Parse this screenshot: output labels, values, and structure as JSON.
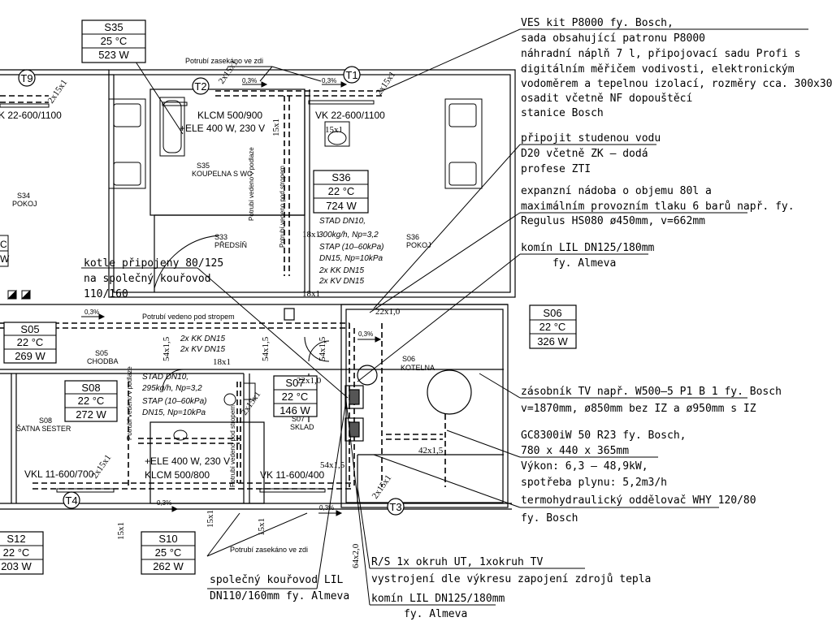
{
  "rooms": {
    "S35": {
      "name": "S35",
      "temp": "25 °C",
      "power": "523 W",
      "label": "S35",
      "desc": "KOUPELNA S WC"
    },
    "S36": {
      "name": "S36",
      "temp": "22 °C",
      "power": "724 W",
      "label": "S36",
      "desc": "POKOJ"
    },
    "S05": {
      "name": "S05",
      "temp": "22 °C",
      "power": "269 W",
      "label": "S05",
      "desc": "CHODBA"
    },
    "S08": {
      "name": "S08",
      "temp": "22 °C",
      "power": "272 W",
      "label": "S08",
      "desc": "ŠATNA SESTER"
    },
    "S07": {
      "name": "S07",
      "temp": "22 °C",
      "power": "146 W",
      "label": "S07",
      "desc": "SKLAD"
    },
    "S06": {
      "name": "S06",
      "temp": "22 °C",
      "power": "326 W",
      "label": "S06",
      "desc": "KOTELNA"
    },
    "S12": {
      "name": "S12",
      "temp": "22 °C",
      "power": "203 W"
    },
    "S10": {
      "name": "S10",
      "temp": "25 °C",
      "power": "262 W"
    },
    "S34": {
      "label": "S34",
      "desc": "POKOJ",
      "frag1": "C",
      "frag2": "W"
    },
    "S33": {
      "label": "S33",
      "desc": "PŘEDSÍŇ"
    }
  },
  "tags": {
    "T1": "T1",
    "T2": "T2",
    "T3": "T3",
    "T4": "T4",
    "T9": "T9"
  },
  "plan_labels": {
    "pipe_wall_top": "Potrubí zasekáno ve zdi",
    "pipe_wall_bottom": "Potrubí zasekáno ve zdi",
    "pipe_ceiling": "Potrubí vedeno pod stropem",
    "pipe_floor_1": "Potrubí vedeno v podlaze",
    "pipe_floor_2": "Potrubí vedeno v podlaze",
    "pipe_ceiling_v1": "Potrubí vedeno pod stropem",
    "pipe_ceiling_v2": "Potrubí vedeno pod stropem",
    "klcm_top_1": "KLCM 500/900",
    "klcm_top_2": "+ELE 400 W, 230 V",
    "klcm_bot_1": "+ELE 400 W, 230 V",
    "klcm_bot_2": "KLCM 500/800",
    "vk_left": "K 22-600/1100",
    "vk_right": "VK 22-600/1100",
    "vkl_bottom": "VKL 11-600/700",
    "vk_bottom": "VK 11-600/400",
    "slope1": "0,3%",
    "slope2": "0,3%",
    "slope3": "0,3%",
    "slope4": "0,3%",
    "slope5": "0,3%",
    "slope6": "0,3%",
    "d15x1_a": "2x15x1",
    "d15x1_b": "2x15x1",
    "d15x1_c": "2x15x1",
    "d15x1_d": "2x15x1",
    "d15x1_e": "2x15x1",
    "d15x1_f": "2x15x1",
    "d15x1_g": "15x1",
    "d15x1_h": "15x1",
    "d15x1_i": "15x1",
    "d15x1_j": "15x1",
    "d15x1_k": "15x1",
    "d18x1_a": "18x1",
    "d18x1_b": "18x1",
    "d18x1_c": "18x1",
    "d54x15_a": "54x1,5",
    "d54x15_b": "54x1,5",
    "d54x15_c": "54x1,5",
    "d54x15_d": "54x1,5",
    "d22x10_a": "22x1,0",
    "d22x10_b": "22x1,0",
    "d42x15": "42x1,5",
    "d64x20": "64x2,0",
    "stad1": [
      "STAD DN10,",
      "300kg/h, Np=3,2",
      "STAP (10–60kPa)",
      "DN15, Np=10kPa",
      "2x KK DN15",
      "2x KV DN15"
    ],
    "stad2": [
      "2x KK DN15",
      "2x KV DN15",
      "STAD DN10,",
      "295kg/h, Np=3,2",
      "STAP (10–60kPa)",
      "DN15, Np=10kPa"
    ]
  },
  "notes": {
    "ves": [
      "VES kit P8000  fy. Bosch,",
      "sada obsahující patronu P8000",
      "náhradní náplň 7 l, připojovací sadu Profi s",
      "digitálním měřičem vodivosti, elektronickým",
      "vodoměrem a tepelnou izolací, rozměry cca. 300x300mm",
      "osadit včetně NF dopouštěcí",
      "stanice Bosch"
    ],
    "cold_water": [
      "připojit studenou vodu",
      "D20 včetně ZK – dodá",
      "profese ZTI"
    ],
    "expansion": [
      "expanzní nádoba o objemu 80l a",
      "maximálním provozním tlaku 6 barů např. fy.",
      "Regulus HS080 ø450mm, v=662mm"
    ],
    "chimney_top": [
      "komín LIL DN125/180mm",
      "fy.   Almeva"
    ],
    "boilers": [
      "kotle připojeny 80/125",
      "na společný kouřovod",
      "110/160"
    ],
    "storage": [
      "zásobník TV např. W500–5 P1 B 1 fy. Bosch",
      "v=1870mm, ø850mm bez IZ a ø950mm s IZ"
    ],
    "gc": [
      "GC8300iW 50 R23 fy. Bosch,",
      "780 x 440 x 365mm",
      "Výkon: 6,3 – 48,9kW,",
      "spotřeba plynu: 5,2m3/h",
      "termohydraulický oddělovač WHY 120/80",
      "fy.   Bosch"
    ],
    "rs": [
      "R/S 1x okruh UT, 1xokruh TV",
      "vystrojení dle výkresu zapojení zdrojů tepla"
    ],
    "chimney_bottom": [
      "komín LIL DN125/180mm",
      "fy.   Almeva"
    ],
    "common_flue": [
      "společný kouřovod LIL",
      "DN110/160mm fy. Almeva"
    ]
  },
  "colors": {
    "line": "#000000",
    "background": "#ffffff"
  }
}
